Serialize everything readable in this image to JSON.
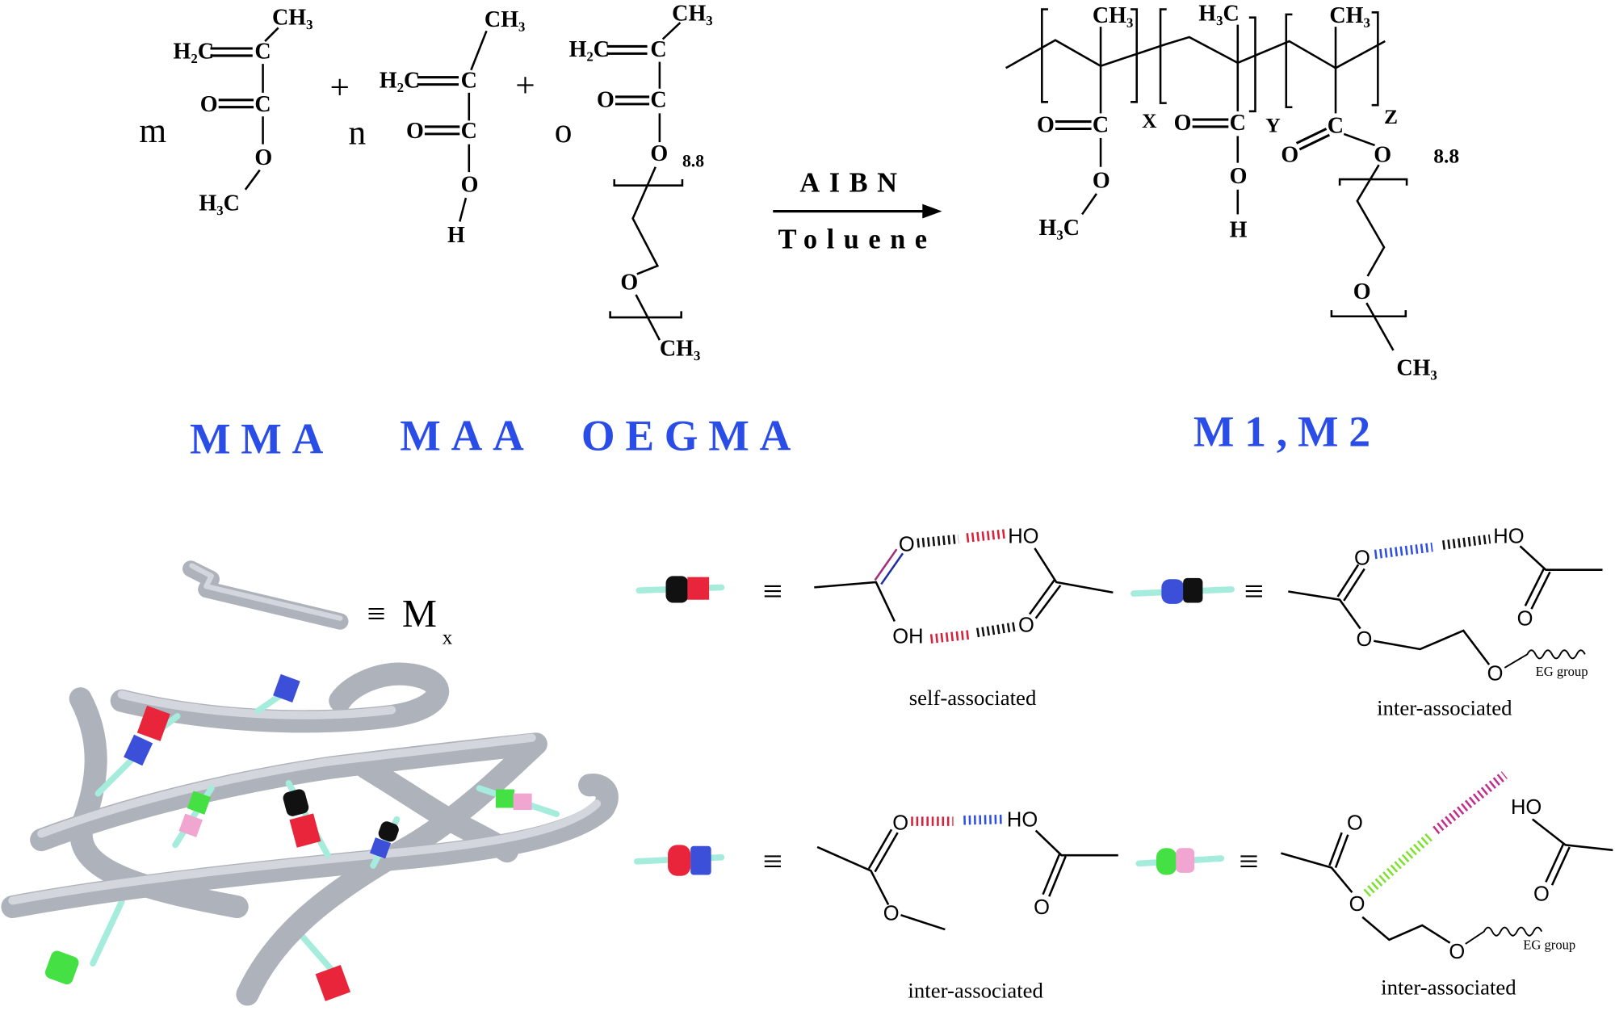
{
  "reaction": {
    "reactants": [
      {
        "coefficient": "m",
        "name": "MMA",
        "groups": {
          "ch3": "CH₃",
          "h2c": "H₂C",
          "o_double": "O",
          "c1": "C",
          "c2": "C",
          "o": "O",
          "h3c": "H₃C"
        }
      },
      {
        "coefficient": "n",
        "name": "MAA",
        "groups": {
          "ch3": "CH₃",
          "h2c": "H₂C",
          "o_double": "O",
          "c1": "C",
          "c2": "C",
          "o": "O",
          "h": "H"
        }
      },
      {
        "coefficient": "o",
        "name": "OEGMA",
        "groups": {
          "ch3": "CH₃",
          "h2c": "H₂C",
          "o_double": "O",
          "c1": "C",
          "c2": "C",
          "o": "O",
          "repeat": "8.8",
          "o2": "O",
          "ch3_end": "CH₃"
        }
      }
    ],
    "plus": "+",
    "initiator": "AIBN",
    "solvent": "Toluene",
    "product": {
      "name": "M1,M2",
      "units": [
        {
          "subscript": "X",
          "methyl": "CH₃",
          "o_double": "O",
          "c": "C",
          "o": "O",
          "h3c": "H₃C"
        },
        {
          "subscript": "Y",
          "methyl": "H₃C",
          "o_double": "O",
          "c": "C",
          "o": "O",
          "h": "H"
        },
        {
          "subscript": "Z",
          "methyl": "CH₃",
          "o_double": "O",
          "c": "C",
          "o": "O",
          "repeat": "8.8",
          "o2": "O",
          "ch3_end": "CH₃"
        }
      ]
    }
  },
  "legend": {
    "equiv": "≡",
    "symbol": "M",
    "subscript": "x"
  },
  "colors": {
    "mma_black": "#111111",
    "maa_red": "#e8253a",
    "oegma_blue": "#3b4fd8",
    "green": "#44e044",
    "pink": "#f0a6d0",
    "stem": "#a6ecdc",
    "rod": "#aeb3bb"
  },
  "interactions": [
    {
      "label": "self-associated",
      "atoms": {
        "o1": "O",
        "oh1": "OH",
        "ho2": "HO",
        "o2": "O"
      }
    },
    {
      "label": "inter-associated",
      "atoms": {
        "o1": "O",
        "o2": "O",
        "o3": "O",
        "ho": "HO",
        "o4": "O"
      },
      "tail": "EG group"
    },
    {
      "label": "inter-associated",
      "atoms": {
        "o1": "O",
        "o2": "O",
        "ho": "HO",
        "o3": "O"
      }
    },
    {
      "label": "inter-associated",
      "atoms": {
        "o1": "O",
        "o2": "O",
        "o3": "O",
        "ho": "HO",
        "o4": "O"
      },
      "tail": "EG group"
    }
  ]
}
